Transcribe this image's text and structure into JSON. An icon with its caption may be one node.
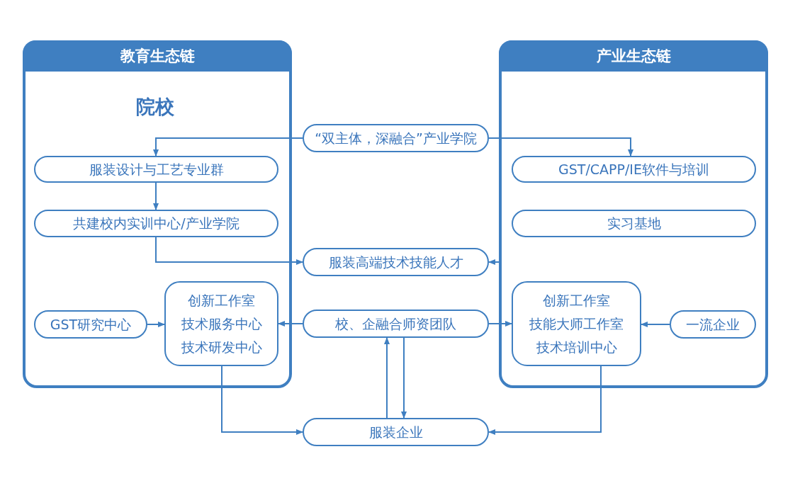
{
  "diagram": {
    "nodes": [
      {
        "text": [
          "教育生态链",
          "院校"
        ]
      },
      {
        "text": [
          "产业生态链"
        ]
      },
      {
        "text": [
          "“双主体，深融合”产业学院"
        ]
      },
      {
        "text": [
          "服装设计与工艺专业群"
        ],
        "in": 0
      },
      {
        "text": [
          "GST/CAPP/IE软件与培训"
        ],
        "in": 1
      },
      {
        "text": [
          "共建校内实训中心/产业学院"
        ],
        "in": 0
      },
      {
        "text": [
          "实习基地"
        ],
        "in": 1
      },
      {
        "text": [
          "服装高端技术技能人才"
        ]
      },
      {
        "text": [
          "GST研究中心"
        ],
        "in": 0
      },
      {
        "text": [
          "创新工作室",
          "技术服务中心",
          "技术研发中心"
        ],
        "in": 0
      },
      {
        "text": [
          "校、企融合师资团队"
        ]
      },
      {
        "text": [
          "创新工作室",
          "技能大师工作室",
          "技术培训中心"
        ],
        "in": 1
      },
      {
        "text": [
          "一流企业"
        ],
        "in": 1
      },
      {
        "text": [
          "服装企业"
        ]
      }
    ],
    "edges": [
      {
        "from": 2,
        "to": 3,
        "arrow": "to"
      },
      {
        "from": 2,
        "to": 4,
        "arrow": "to"
      },
      {
        "from": 3,
        "to": 5,
        "arrow": "to"
      },
      {
        "from": 5,
        "to": 7,
        "arrow": "to"
      },
      {
        "from": 1,
        "to": 7,
        "arrow": "to"
      },
      {
        "from": 8,
        "to": 9,
        "arrow": "to"
      },
      {
        "from": 10,
        "to": 9,
        "arrow": "to"
      },
      {
        "from": 10,
        "to": 11,
        "arrow": "to"
      },
      {
        "from": 12,
        "to": 11,
        "arrow": "to"
      },
      {
        "from": 9,
        "to": 13,
        "arrow": "to"
      },
      {
        "from": 11,
        "to": 13,
        "arrow": "to"
      },
      {
        "from": 13,
        "to": 10,
        "arrow": "to"
      },
      {
        "from": 10,
        "to": 13,
        "arrow": "to"
      }
    ]
  }
}
